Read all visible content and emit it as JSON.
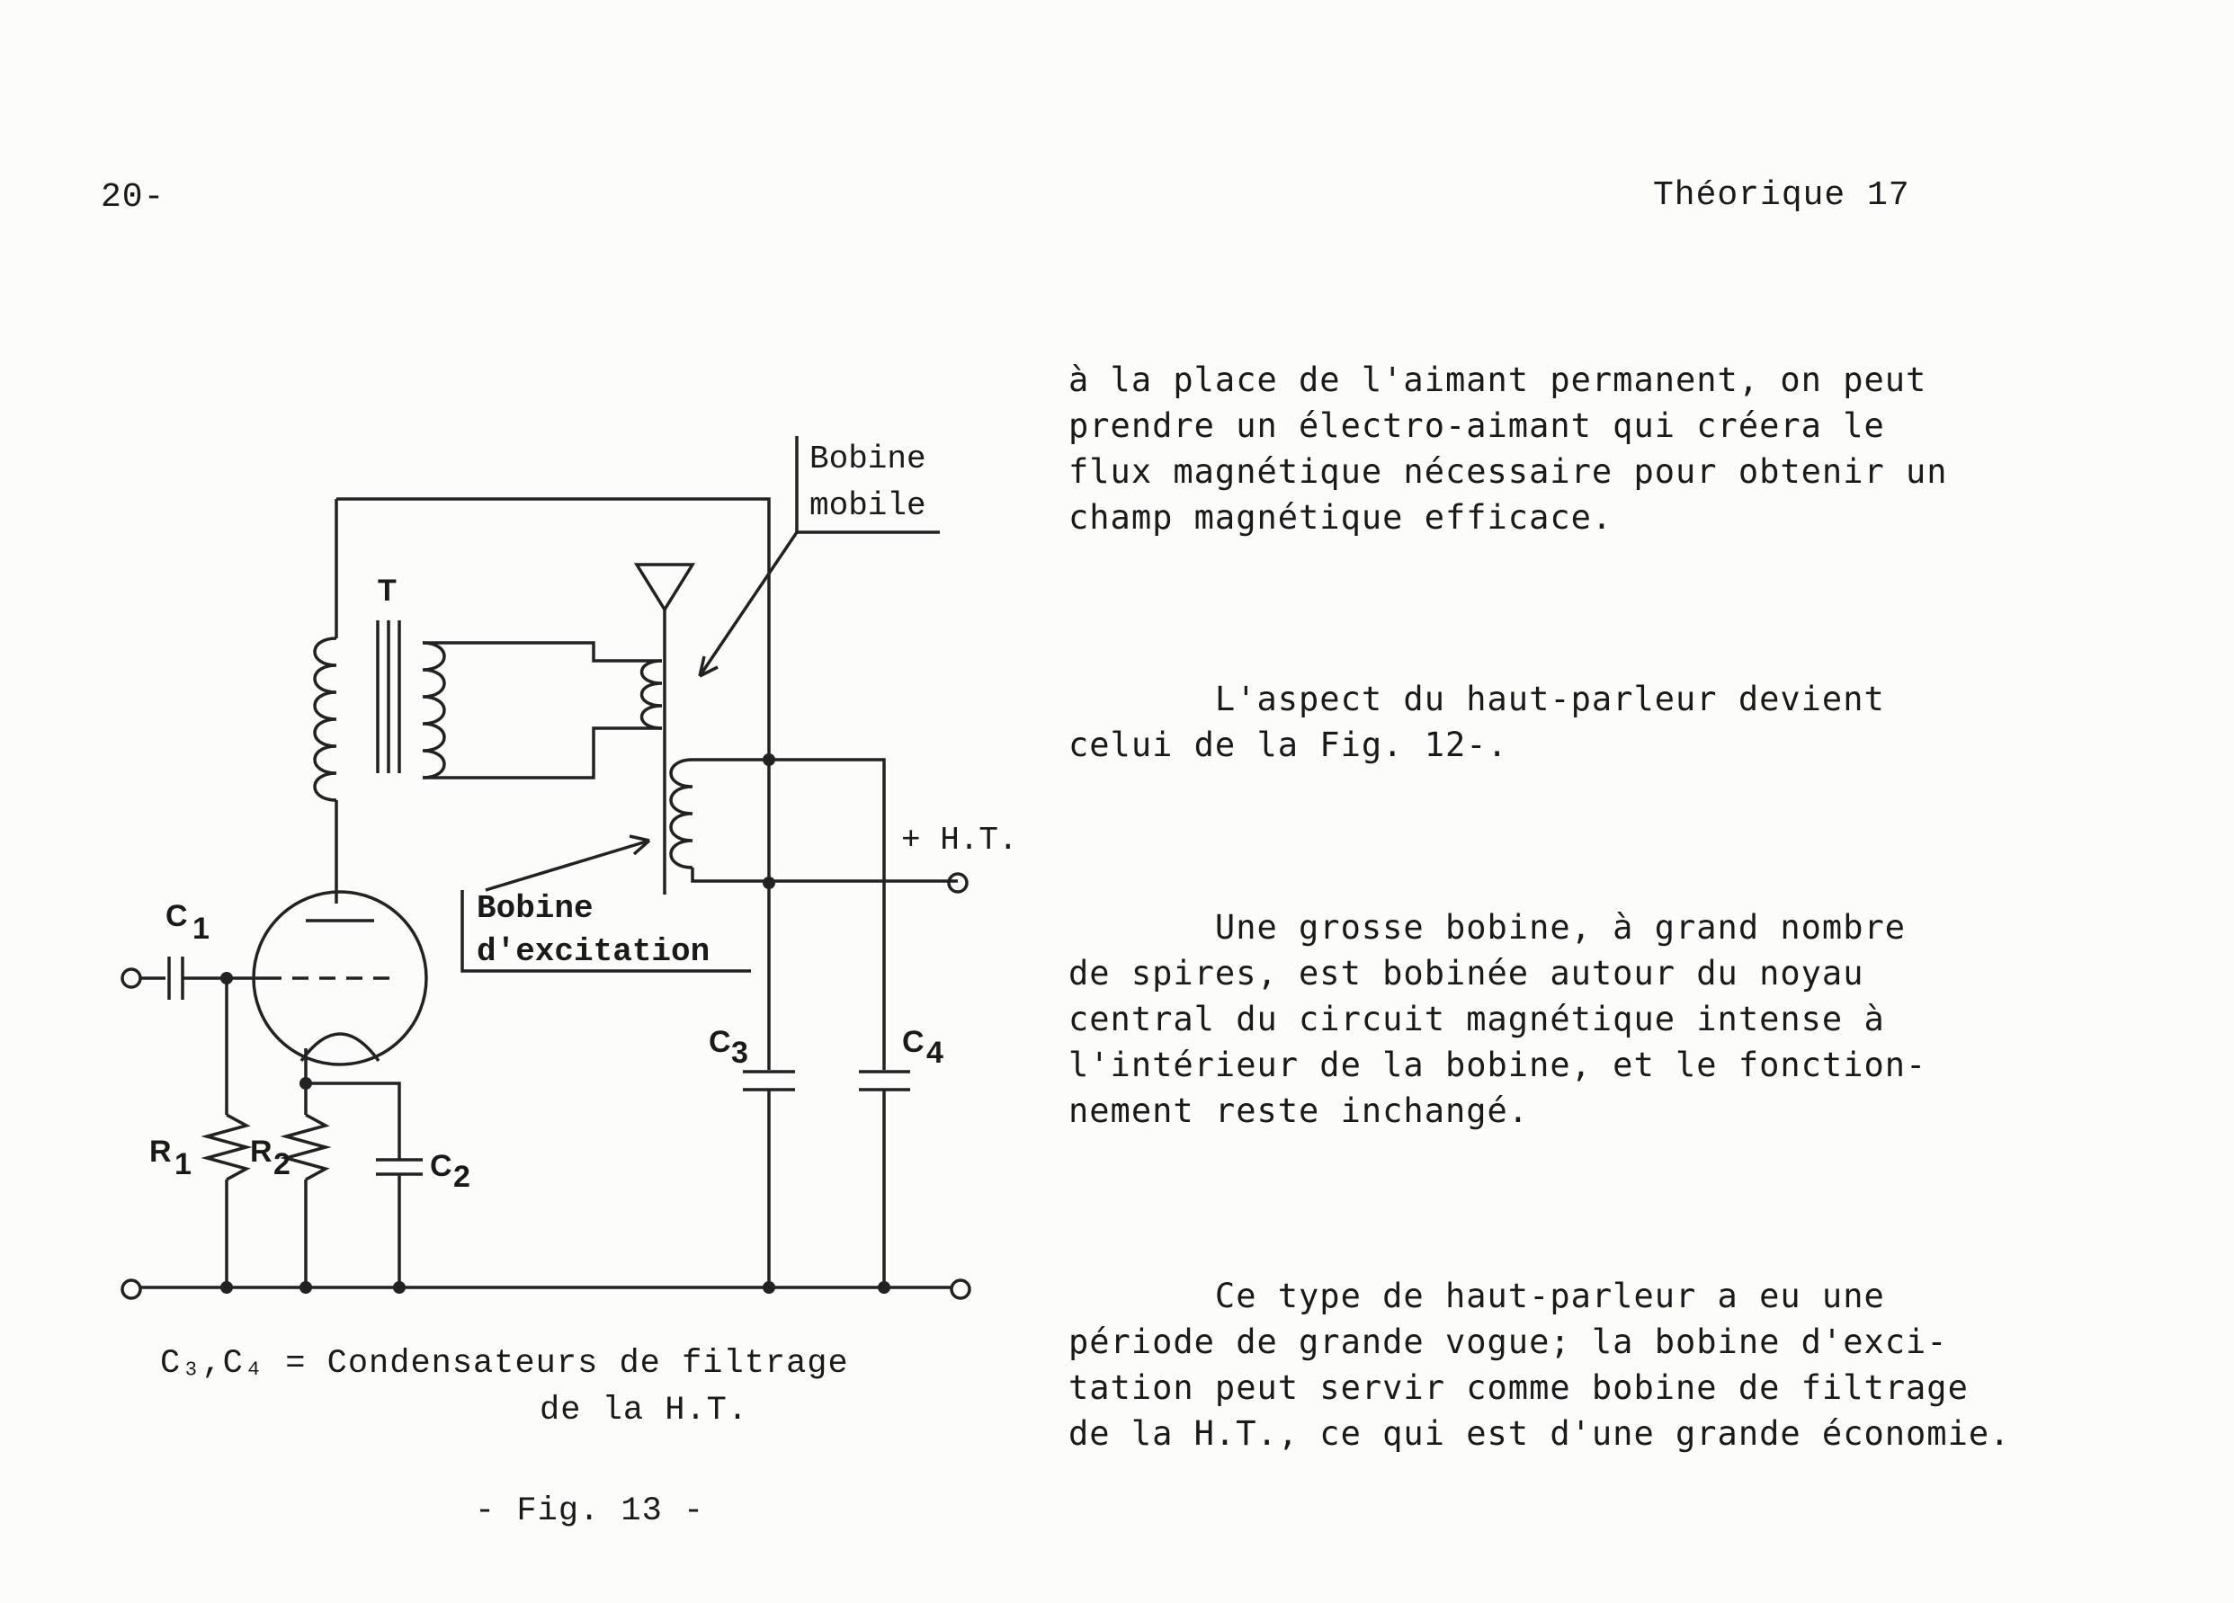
{
  "header": {
    "page_number": "20-",
    "section": "Théorique 17"
  },
  "text": {
    "p1": "à la place de l'aimant permanent, on peut\nprendre un électro-aimant qui créera le\nflux magnétique nécessaire pour obtenir un\nchamp magnétique efficace.",
    "p2": "       L'aspect du haut-parleur devient\ncelui de la Fig. 12-.",
    "p3": "       Une grosse bobine, à grand nombre\nde spires, est bobinée autour du noyau\ncentral du circuit magnétique intense à\nl'intérieur de la bobine, et le fonction-\nnement reste inchangé.",
    "p4": "       Ce type de haut-parleur a eu une\npériode de grande vogue; la bobine d'exci-\ntation peut servir comme bobine de filtrage\nde la H.T., ce qui est d'une grande économie."
  },
  "figure": {
    "labels": {
      "transformer": "T",
      "voice_coil_1": "Bobine",
      "voice_coil_2": "mobile",
      "field_coil_1": "Bobine",
      "field_coil_2": "d'excitation",
      "ht": "+ H.T.",
      "c1": "C",
      "c1_sub": "1",
      "c2": "C",
      "c2_sub": "2",
      "c3": "C",
      "c3_sub": "3",
      "c4": "C",
      "c4_sub": "4",
      "r1": "R",
      "r1_sub": "1",
      "r2": "R",
      "r2_sub": "2"
    },
    "caption_line1": "C₃,C₄ = Condensateurs de filtrage",
    "caption_line2": "de la H.T.",
    "title": "- Fig. 13 -"
  }
}
